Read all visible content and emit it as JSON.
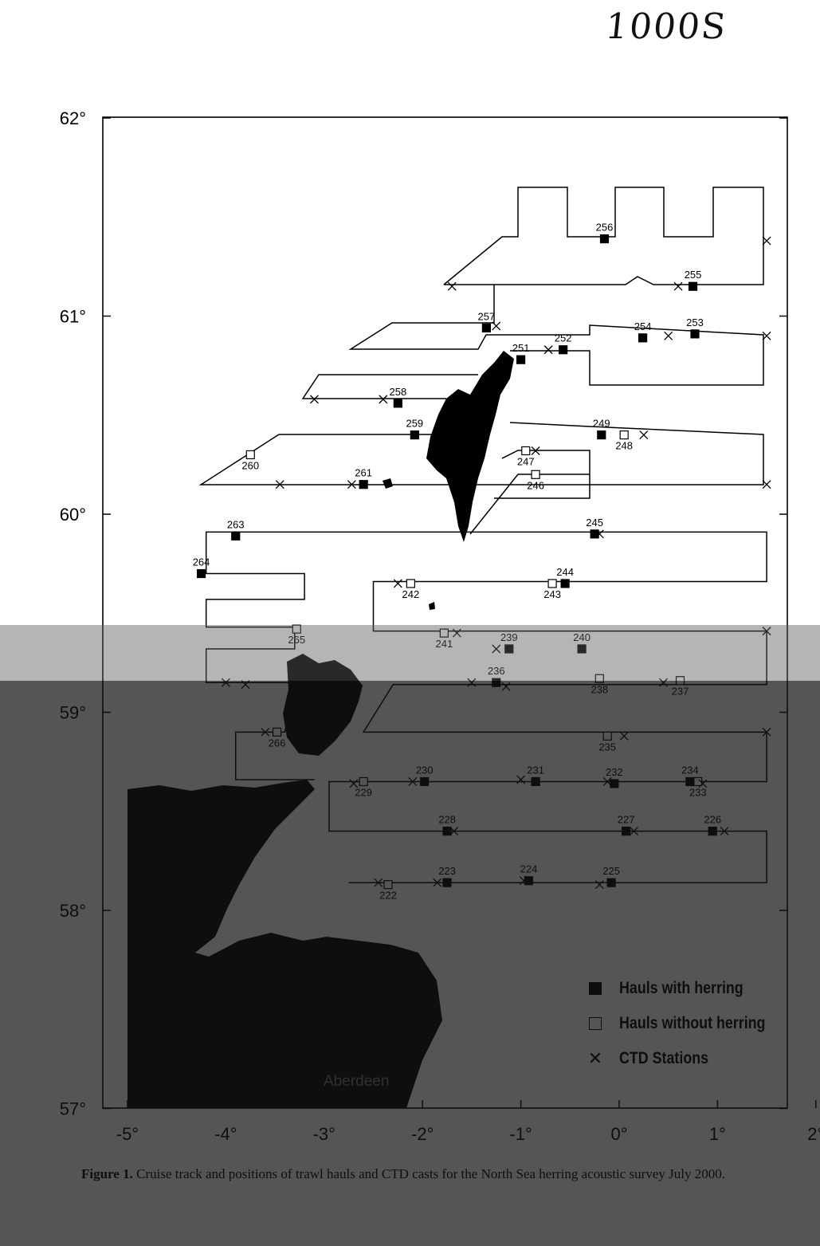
{
  "page_note": "1000S",
  "lat_labels": [
    "62°",
    "61°",
    "60°",
    "59°",
    "58°",
    "57°"
  ],
  "lon_labels": [
    "-5°",
    "-4°",
    "-3°",
    "-2°",
    "-1°",
    "0°",
    "1°",
    "2°"
  ],
  "legend": [
    {
      "symbol": "filled-square",
      "label": "Hauls with herring"
    },
    {
      "symbol": "open-square",
      "label": "Hauls without herring"
    },
    {
      "symbol": "cross",
      "label": "CTD Stations"
    }
  ],
  "city": "Aberdeen",
  "caption": {
    "prefix": "Figure 1.",
    "text": "Cruise track and positions of trawl hauls and CTD casts for the North Sea herring acoustic survey July 2000."
  },
  "stations": [
    {
      "id": "222",
      "type": "open",
      "lon": -2.35,
      "lat": 58.13
    },
    {
      "id": "223",
      "type": "filled",
      "lon": -1.75,
      "lat": 58.14
    },
    {
      "id": "224",
      "type": "filled",
      "lon": -0.92,
      "lat": 58.15
    },
    {
      "id": "225",
      "type": "filled",
      "lon": -0.08,
      "lat": 58.14
    },
    {
      "id": "226",
      "type": "filled",
      "lon": 0.95,
      "lat": 58.4
    },
    {
      "id": "227",
      "type": "filled",
      "lon": 0.07,
      "lat": 58.4
    },
    {
      "id": "228",
      "type": "filled",
      "lon": -1.75,
      "lat": 58.4
    },
    {
      "id": "229",
      "type": "open",
      "lon": -2.6,
      "lat": 58.65
    },
    {
      "id": "230",
      "type": "filled",
      "lon": -1.98,
      "lat": 58.65
    },
    {
      "id": "231",
      "type": "filled",
      "lon": -0.85,
      "lat": 58.65
    },
    {
      "id": "232",
      "type": "filled",
      "lon": -0.05,
      "lat": 58.64
    },
    {
      "id": "233",
      "type": "open",
      "lon": 0.8,
      "lat": 58.65
    },
    {
      "id": "234",
      "type": "filled",
      "lon": 0.72,
      "lat": 58.65
    },
    {
      "id": "235",
      "type": "open",
      "lon": -0.12,
      "lat": 58.88
    },
    {
      "id": "236",
      "type": "filled",
      "lon": -1.25,
      "lat": 59.15
    },
    {
      "id": "237",
      "type": "open",
      "lon": 0.62,
      "lat": 59.16
    },
    {
      "id": "238",
      "type": "open",
      "lon": -0.2,
      "lat": 59.17
    },
    {
      "id": "239",
      "type": "filled",
      "lon": -1.12,
      "lat": 59.32
    },
    {
      "id": "240",
      "type": "filled",
      "lon": -0.38,
      "lat": 59.32
    },
    {
      "id": "241",
      "type": "open",
      "lon": -1.78,
      "lat": 59.4
    },
    {
      "id": "242",
      "type": "open",
      "lon": -2.12,
      "lat": 59.65
    },
    {
      "id": "243",
      "type": "open",
      "lon": -0.68,
      "lat": 59.65
    },
    {
      "id": "244",
      "type": "filled",
      "lon": -0.55,
      "lat": 59.65
    },
    {
      "id": "245",
      "type": "filled",
      "lon": -0.25,
      "lat": 59.9
    },
    {
      "id": "246",
      "type": "open",
      "lon": -0.85,
      "lat": 60.2
    },
    {
      "id": "247",
      "type": "open",
      "lon": -0.95,
      "lat": 60.32
    },
    {
      "id": "248",
      "type": "open",
      "lon": 0.05,
      "lat": 60.4
    },
    {
      "id": "249",
      "type": "filled",
      "lon": -0.18,
      "lat": 60.4
    },
    {
      "id": "251",
      "type": "filled",
      "lon": -1.0,
      "lat": 60.78
    },
    {
      "id": "252",
      "type": "filled",
      "lon": -0.57,
      "lat": 60.83
    },
    {
      "id": "253",
      "type": "filled",
      "lon": 0.77,
      "lat": 60.91
    },
    {
      "id": "254",
      "type": "filled",
      "lon": 0.24,
      "lat": 60.89
    },
    {
      "id": "255",
      "type": "filled",
      "lon": 0.75,
      "lat": 61.15
    },
    {
      "id": "256",
      "type": "filled",
      "lon": -0.15,
      "lat": 61.39
    },
    {
      "id": "257",
      "type": "filled",
      "lon": -1.35,
      "lat": 60.94
    },
    {
      "id": "258",
      "type": "filled",
      "lon": -2.25,
      "lat": 60.56
    },
    {
      "id": "259",
      "type": "filled",
      "lon": -2.08,
      "lat": 60.4
    },
    {
      "id": "260",
      "type": "open",
      "lon": -3.75,
      "lat": 60.3
    },
    {
      "id": "261",
      "type": "filled",
      "lon": -2.6,
      "lat": 60.15
    },
    {
      "id": "263",
      "type": "filled",
      "lon": -3.9,
      "lat": 59.89
    },
    {
      "id": "264",
      "type": "filled",
      "lon": -4.25,
      "lat": 59.7
    },
    {
      "id": "265",
      "type": "open",
      "lon": -3.28,
      "lat": 59.42
    },
    {
      "id": "266",
      "type": "open",
      "lon": -3.48,
      "lat": 58.9
    }
  ],
  "ctd_stations": [
    {
      "lon": 1.5,
      "lat": 61.38
    },
    {
      "lon": 0.6,
      "lat": 61.15
    },
    {
      "lon": -1.7,
      "lat": 61.15
    },
    {
      "lon": -1.25,
      "lat": 60.95
    },
    {
      "lon": 1.5,
      "lat": 60.9
    },
    {
      "lon": 0.5,
      "lat": 60.9
    },
    {
      "lon": -0.72,
      "lat": 60.83
    },
    {
      "lon": -2.4,
      "lat": 60.58
    },
    {
      "lon": -3.1,
      "lat": 60.58
    },
    {
      "lon": 0.25,
      "lat": 60.4
    },
    {
      "lon": -0.85,
      "lat": 60.32
    },
    {
      "lon": 1.5,
      "lat": 60.15
    },
    {
      "lon": -2.72,
      "lat": 60.15
    },
    {
      "lon": -3.45,
      "lat": 60.15
    },
    {
      "lon": -0.2,
      "lat": 59.9
    },
    {
      "lon": -2.25,
      "lat": 59.65
    },
    {
      "lon": 1.5,
      "lat": 59.41
    },
    {
      "lon": -1.65,
      "lat": 59.4
    },
    {
      "lon": -1.25,
      "lat": 59.32
    },
    {
      "lon": -4.0,
      "lat": 59.15
    },
    {
      "lon": -3.8,
      "lat": 59.14
    },
    {
      "lon": -2.75,
      "lat": 59.14
    },
    {
      "lon": -1.5,
      "lat": 59.15
    },
    {
      "lon": -1.15,
      "lat": 59.13
    },
    {
      "lon": 0.45,
      "lat": 59.15
    },
    {
      "lon": 1.5,
      "lat": 58.9
    },
    {
      "lon": 0.05,
      "lat": 58.88
    },
    {
      "lon": -3.6,
      "lat": 58.9
    },
    {
      "lon": -2.7,
      "lat": 58.64
    },
    {
      "lon": -2.1,
      "lat": 58.65
    },
    {
      "lon": -1.0,
      "lat": 58.66
    },
    {
      "lon": -0.12,
      "lat": 58.65
    },
    {
      "lon": 0.85,
      "lat": 58.64
    },
    {
      "lon": -1.68,
      "lat": 58.4
    },
    {
      "lon": 0.15,
      "lat": 58.4
    },
    {
      "lon": 1.07,
      "lat": 58.4
    },
    {
      "lon": -2.45,
      "lat": 58.14
    },
    {
      "lon": -1.85,
      "lat": 58.14
    },
    {
      "lon": -0.97,
      "lat": 58.15
    },
    {
      "lon": -0.2,
      "lat": 58.13
    }
  ],
  "cruise_track": [
    [
      -2.75,
      58.14
    ],
    [
      1.5,
      58.14
    ],
    [
      1.5,
      58.4
    ],
    [
      -2.95,
      58.4
    ],
    [
      -2.95,
      58.65
    ],
    [
      1.5,
      58.65
    ],
    [
      1.5,
      58.9
    ],
    [
      -2.6,
      58.9
    ],
    [
      -2.3,
      59.14
    ],
    [
      1.5,
      59.14
    ],
    [
      1.5,
      59.41
    ],
    [
      -2.5,
      59.41
    ],
    [
      -2.5,
      59.66
    ],
    [
      1.5,
      59.66
    ],
    [
      1.5,
      59.91
    ],
    [
      -4.2,
      59.91
    ],
    [
      -4.2,
      59.7
    ],
    [
      -3.2,
      59.7
    ],
    [
      -3.2,
      59.57
    ],
    [
      -4.2,
      59.57
    ],
    [
      -4.2,
      59.43
    ],
    [
      -3.3,
      59.43
    ],
    [
      -3.3,
      59.32
    ],
    [
      -4.2,
      59.32
    ],
    [
      -4.2,
      59.15
    ],
    [
      -3.3,
      59.15
    ],
    [
      -3.4,
      58.9
    ],
    [
      -3.9,
      58.9
    ],
    [
      -3.9,
      58.66
    ],
    [
      -3.1,
      58.66
    ]
  ]
}
